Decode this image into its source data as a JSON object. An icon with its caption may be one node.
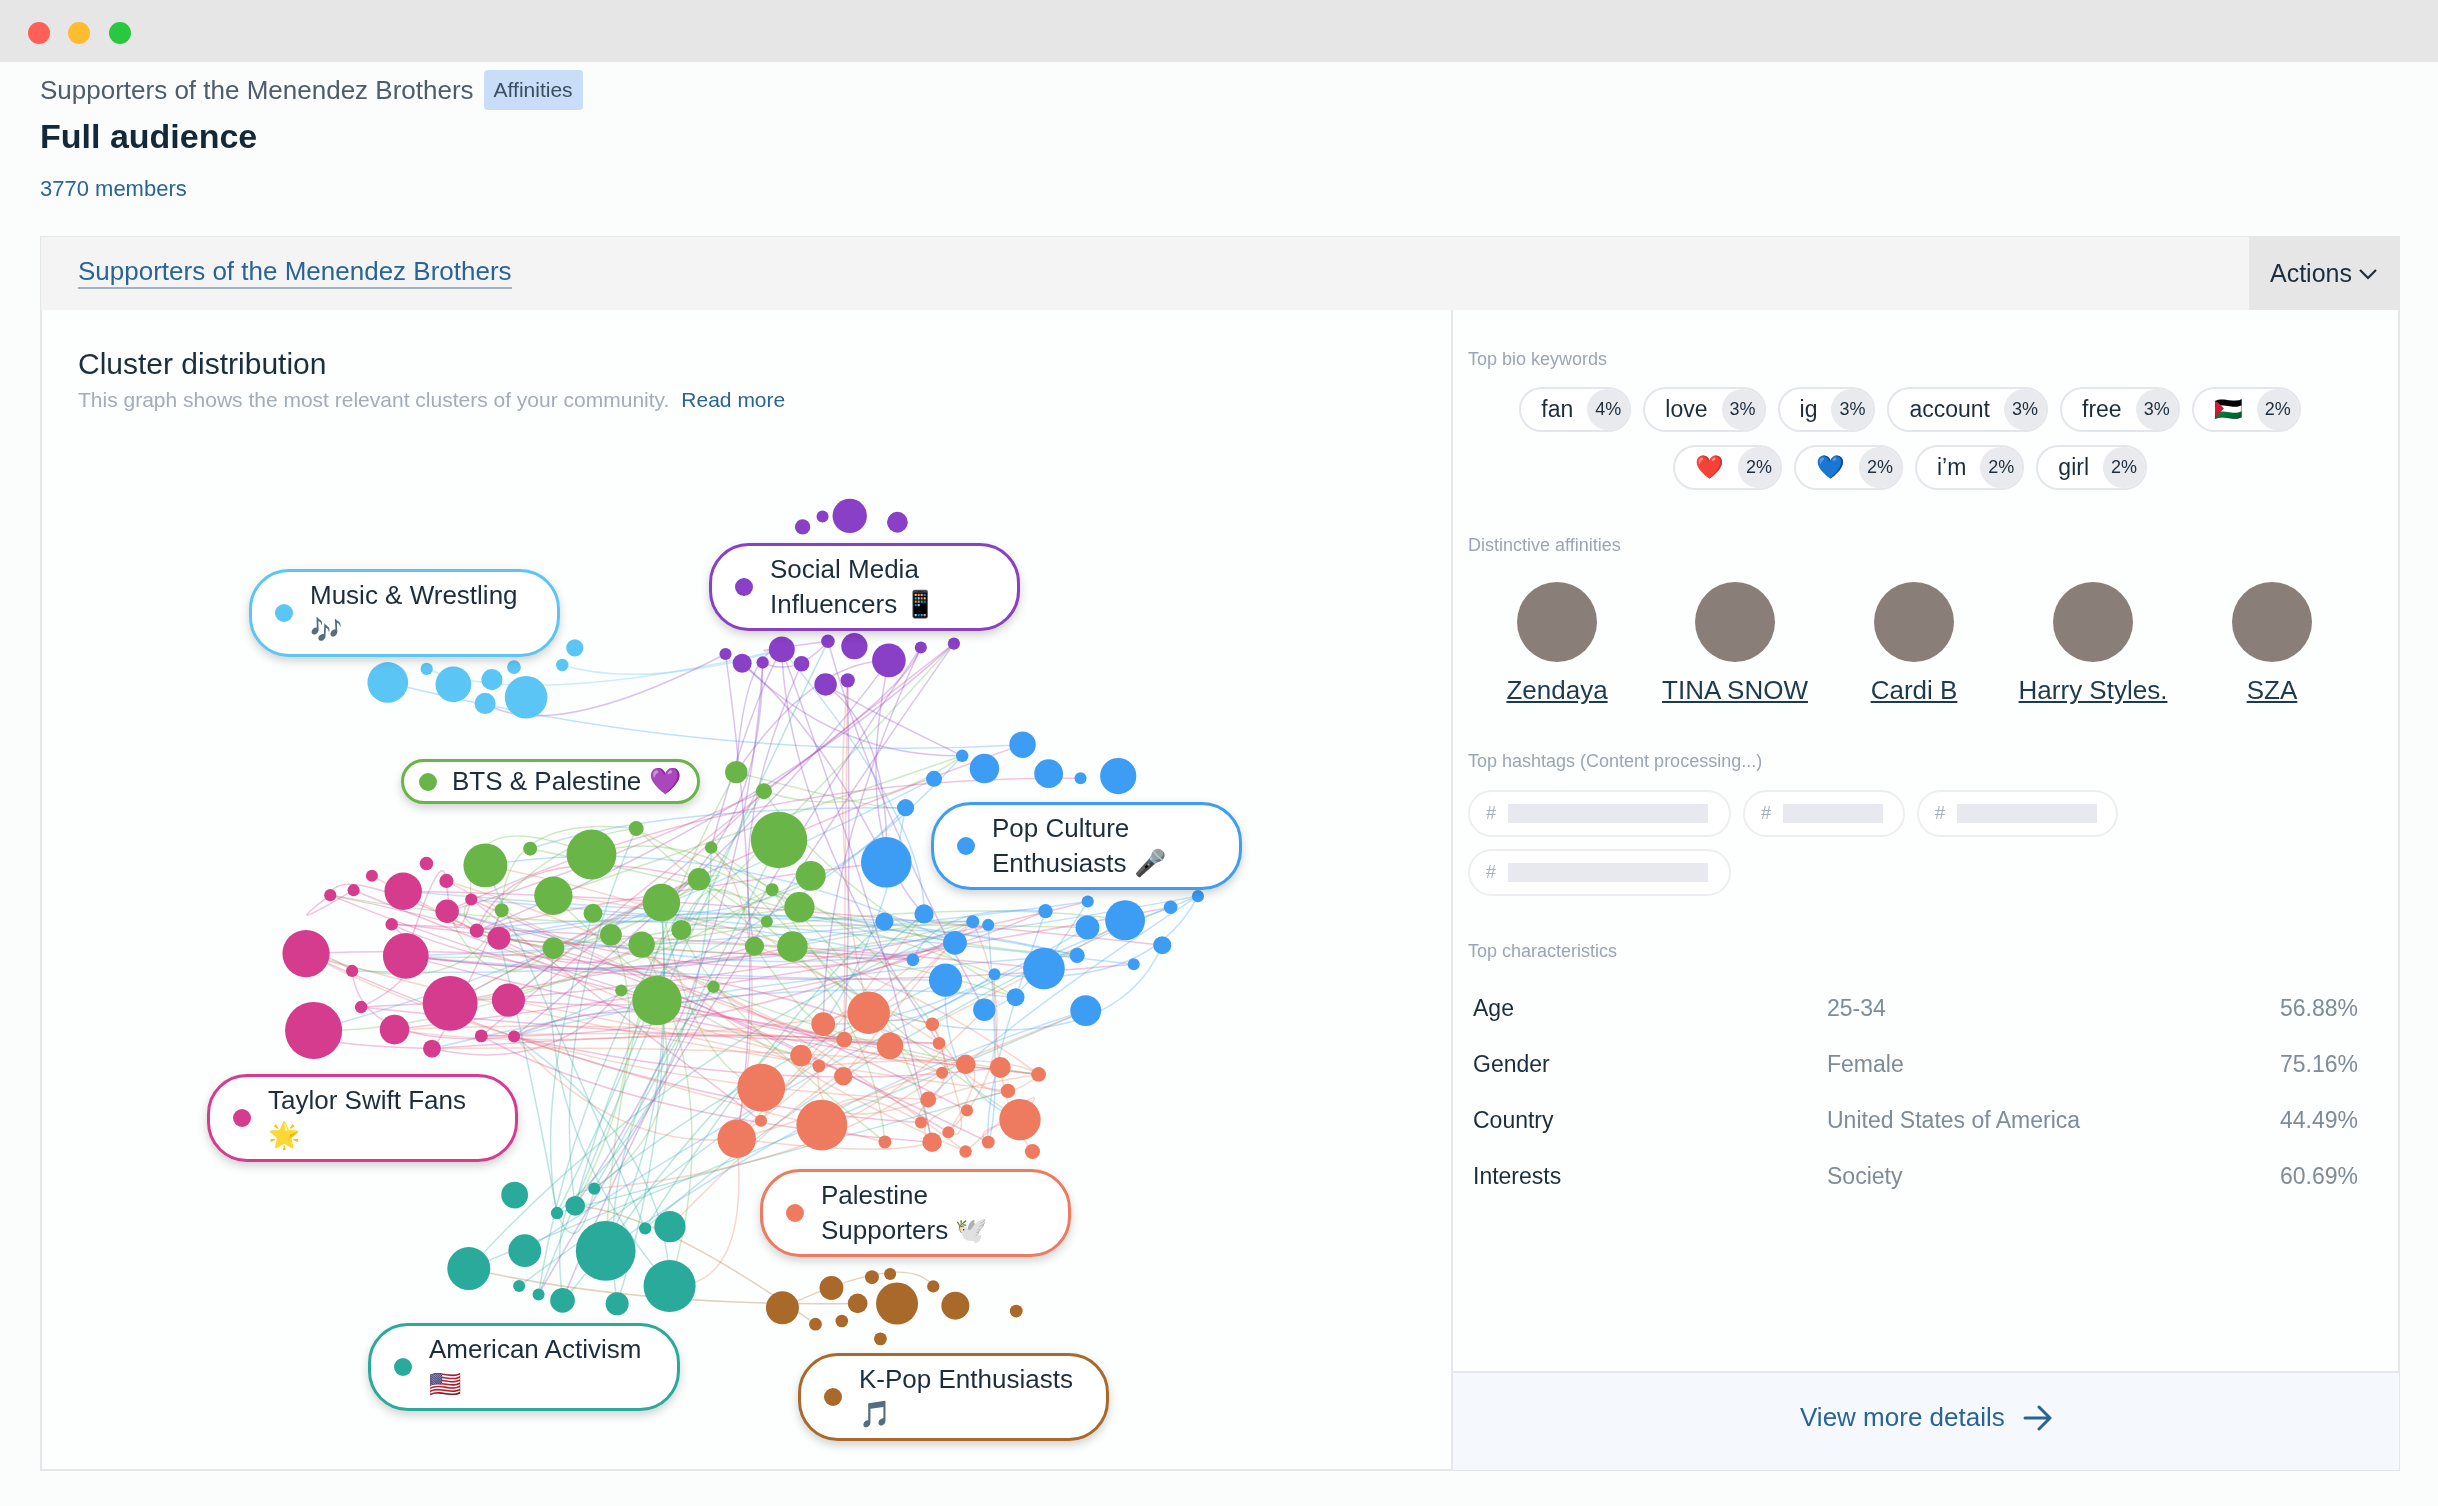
{
  "diagram": {
    "title": "Full audience",
    "nodes": [
      {
        "text": [
          "Affinities"
        ]
      },
      {
        "text": [
          "Actions"
        ]
      },
      {
        "text": [
          "Music & Wrestling 🎶"
        ]
      },
      {
        "text": [
          "Social Media Influencers 📱"
        ]
      },
      {
        "text": [
          "BTS & Palestine 💜"
        ]
      },
      {
        "text": [
          "Pop Culture Enthusiasts 🎤"
        ]
      },
      {
        "text": [
          "Taylor Swift Fans 🌟"
        ]
      },
      {
        "text": [
          "Palestine Supporters 🕊️"
        ]
      },
      {
        "text": [
          "American Activism 🇺🇸"
        ]
      },
      {
        "text": [
          "K-Pop Enthusiasts 🎵"
        ]
      },
      {
        "text": [
          "fan",
          "4%"
        ]
      },
      {
        "text": [
          "love",
          "3%"
        ]
      },
      {
        "text": [
          "ig",
          "3%"
        ]
      },
      {
        "text": [
          "account",
          "3%"
        ]
      },
      {
        "text": [
          "free",
          "3%"
        ]
      },
      {
        "text": [
          "🇵🇸",
          "2%"
        ]
      },
      {
        "text": [
          "❤️",
          "2%"
        ]
      },
      {
        "text": [
          "💙",
          "2%"
        ]
      },
      {
        "text": [
          "i’m",
          "2%"
        ]
      },
      {
        "text": [
          "girl",
          "2%"
        ]
      },
      {
        "text": [],
        "shape": "circle",
        "beside": [
          "Zendaya"
        ]
      },
      {
        "text": [],
        "shape": "circle",
        "beside": [
          "TINA SNOW"
        ]
      },
      {
        "text": [],
        "shape": "circle",
        "beside": [
          "Cardi B"
        ]
      },
      {
        "text": [],
        "shape": "circle",
        "beside": [
          "Harry Styles."
        ]
      },
      {
        "text": [],
        "shape": "circle",
        "beside": [
          "SZA"
        ]
      },
      {
        "text": [
          "#"
        ]
      },
      {
        "text": [
          "#"
        ]
      },
      {
        "text": [
          "#"
        ]
      },
      {
        "text": [
          "#"
        ]
      }
    ],
    "labels": [
      "Supporters of the Menendez Brothers",
      "3770 members",
      "Supporters of the Menendez Brothers",
      "Cluster distribution",
      "This graph shows the most relevant clusters of your community.",
      "Read more",
      "Top bio keywords",
      "Distinctive affinities",
      "Top hashtags (Content processing...)",
      "Top characteristics",
      "Age",
      "25-34",
      "56.88%",
      "Gender",
      "Female",
      "75.16%",
      "Country",
      "United States of America",
      "44.49%",
      "Interests",
      "Society",
      "60.69%",
      "View more details"
    ]
  }
}
